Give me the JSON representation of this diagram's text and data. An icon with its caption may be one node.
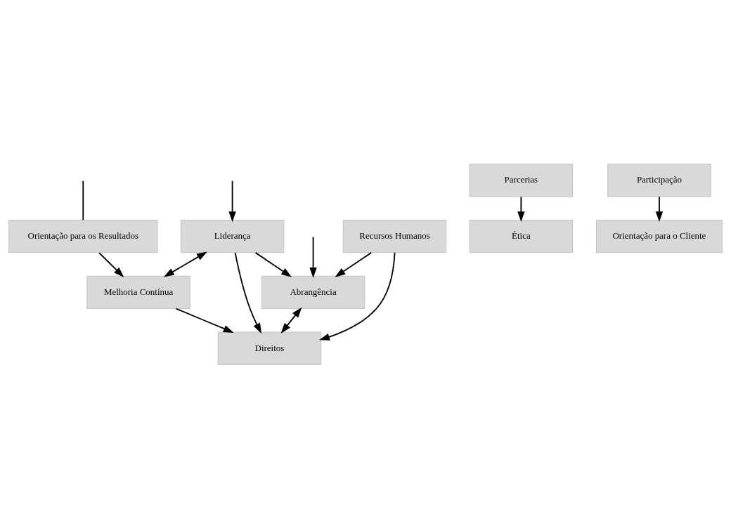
{
  "diagram": {
    "nodes": [
      {
        "text": [
          "Melhoria Contínua"
        ]
      },
      {
        "text": [
          "Direitos"
        ]
      },
      {
        "text": [
          "Ética"
        ]
      },
      {
        "text": [
          "Parcerias"
        ]
      },
      {
        "text": [
          "Participação"
        ]
      },
      {
        "text": [
          "Orientação para o Cliente"
        ]
      },
      {
        "text": [
          "Abrangência"
        ]
      },
      {
        "text": [
          "Liderança"
        ]
      },
      {
        "text": [
          "Recursos Humanos"
        ]
      },
      {
        "text": [
          "Orientação para os Resultados"
        ]
      }
    ],
    "edges": [
      {
        "from": 7,
        "to": 0,
        "arrow": "both"
      },
      {
        "from": 0,
        "to": 1,
        "arrow": "to"
      },
      {
        "from": 7,
        "to": 1,
        "arrow": "to"
      },
      {
        "from": 7,
        "to": 6,
        "arrow": "to"
      },
      {
        "from": 8,
        "to": 1,
        "arrow": "to"
      },
      {
        "from": 8,
        "to": 6,
        "arrow": "to"
      },
      {
        "from": 3,
        "to": 2,
        "arrow": "to"
      },
      {
        "from": 4,
        "to": 5,
        "arrow": "to"
      },
      {
        "from": 6,
        "to": 1,
        "arrow": "both"
      },
      {
        "from": null,
        "to": 7,
        "arrow": "to"
      },
      {
        "from": null,
        "to": 6,
        "arrow": "to"
      },
      {
        "from": null,
        "to": 9,
        "arrow": "none"
      },
      {
        "from": 9,
        "to": 0,
        "arrow": "to"
      }
    ]
  }
}
